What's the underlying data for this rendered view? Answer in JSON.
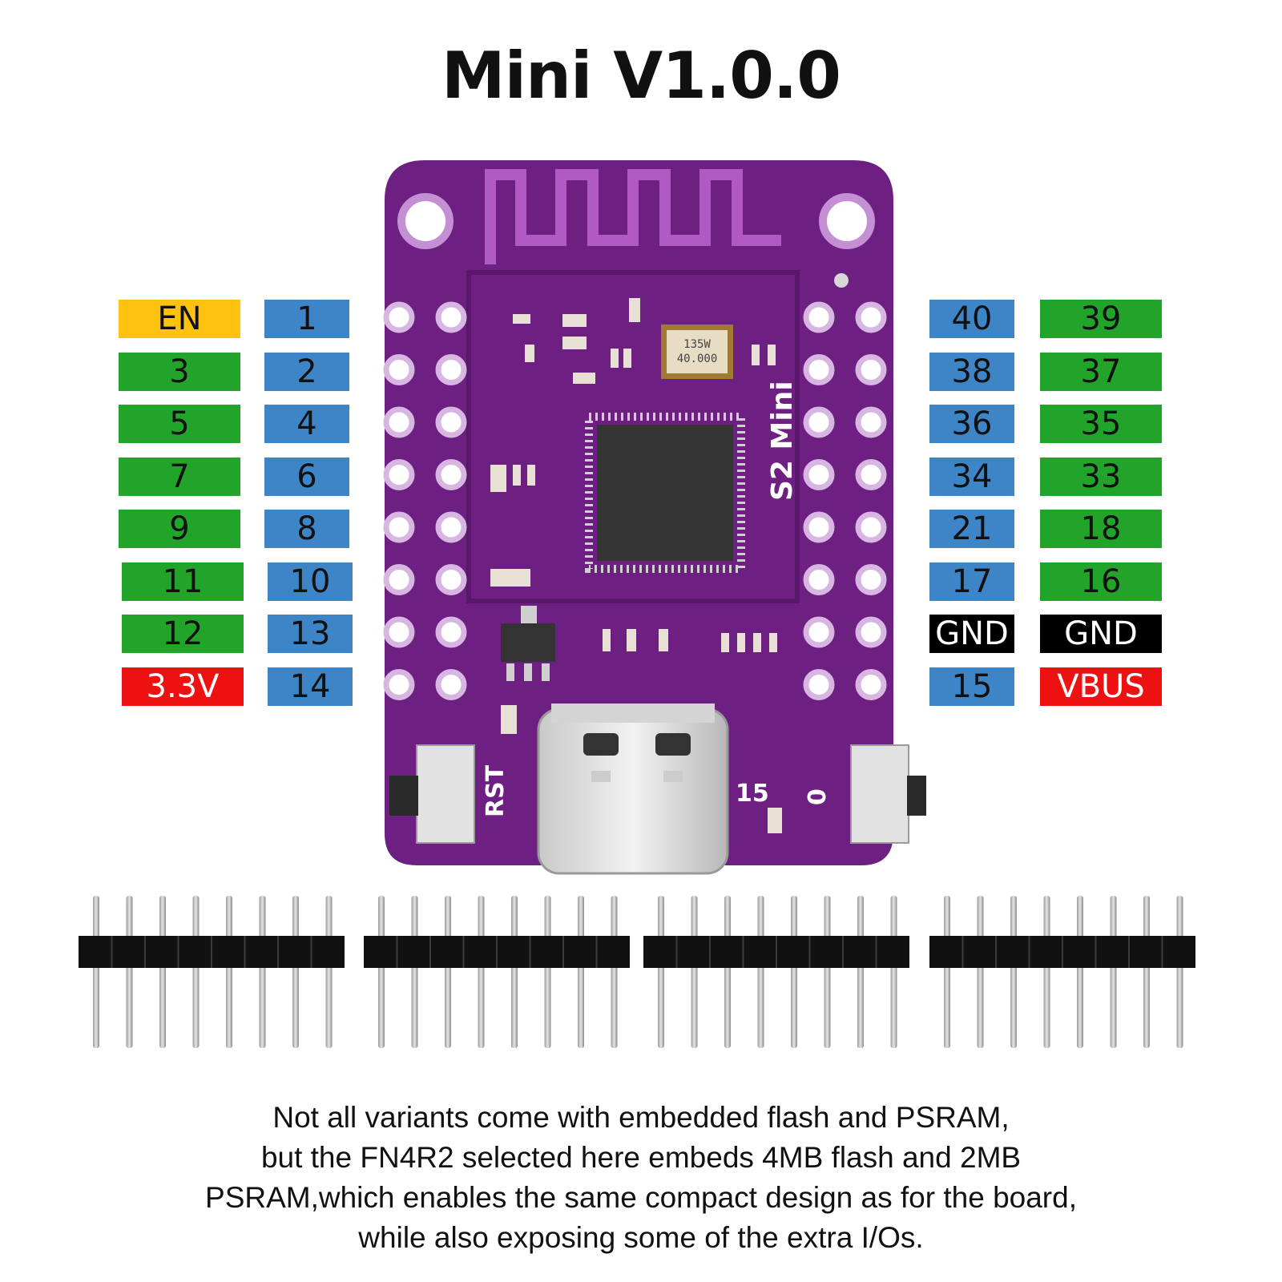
{
  "title": "Mini V1.0.0",
  "colors": {
    "gpio_blue": "#3d85c6",
    "gpio_green": "#22a32a",
    "enable_yellow": "#ffc20e",
    "power_red": "#ee1111",
    "ground_black": "#000000",
    "pcb_purple": "#6d1f82"
  },
  "left_pins": [
    {
      "outer": {
        "label": "EN",
        "kind": "enable"
      },
      "inner": {
        "label": "1",
        "kind": "gpio"
      }
    },
    {
      "outer": {
        "label": "3",
        "kind": "gpio-alt"
      },
      "inner": {
        "label": "2",
        "kind": "gpio"
      }
    },
    {
      "outer": {
        "label": "5",
        "kind": "gpio-alt"
      },
      "inner": {
        "label": "4",
        "kind": "gpio"
      }
    },
    {
      "outer": {
        "label": "7",
        "kind": "gpio-alt"
      },
      "inner": {
        "label": "6",
        "kind": "gpio"
      }
    },
    {
      "outer": {
        "label": "9",
        "kind": "gpio-alt"
      },
      "inner": {
        "label": "8",
        "kind": "gpio"
      }
    },
    {
      "outer": {
        "label": "11",
        "kind": "gpio-alt"
      },
      "inner": {
        "label": "10",
        "kind": "gpio"
      }
    },
    {
      "outer": {
        "label": "12",
        "kind": "gpio-alt"
      },
      "inner": {
        "label": "13",
        "kind": "gpio"
      }
    },
    {
      "outer": {
        "label": "3.3V",
        "kind": "power"
      },
      "inner": {
        "label": "14",
        "kind": "gpio"
      }
    }
  ],
  "right_pins": [
    {
      "inner": {
        "label": "40",
        "kind": "gpio"
      },
      "outer": {
        "label": "39",
        "kind": "gpio-alt"
      }
    },
    {
      "inner": {
        "label": "38",
        "kind": "gpio"
      },
      "outer": {
        "label": "37",
        "kind": "gpio-alt"
      }
    },
    {
      "inner": {
        "label": "36",
        "kind": "gpio"
      },
      "outer": {
        "label": "35",
        "kind": "gpio-alt"
      }
    },
    {
      "inner": {
        "label": "34",
        "kind": "gpio"
      },
      "outer": {
        "label": "33",
        "kind": "gpio-alt"
      }
    },
    {
      "inner": {
        "label": "21",
        "kind": "gpio"
      },
      "outer": {
        "label": "18",
        "kind": "gpio-alt"
      }
    },
    {
      "inner": {
        "label": "17",
        "kind": "gpio"
      },
      "outer": {
        "label": "16",
        "kind": "gpio-alt"
      }
    },
    {
      "inner": {
        "label": "GND",
        "kind": "ground"
      },
      "outer": {
        "label": "GND",
        "kind": "ground"
      }
    },
    {
      "inner": {
        "label": "15",
        "kind": "gpio"
      },
      "outer": {
        "label": "VBUS",
        "kind": "power"
      }
    }
  ],
  "board": {
    "silkscreen_model": "S2 Mini",
    "reset_label": "RST",
    "led_label": "15",
    "boot_label": "0",
    "crystal_marking_1": "135W",
    "crystal_marking_2": "40.000"
  },
  "caption": [
    "Not all  variants come with embedded flash and PSRAM,",
    "but the FN4R2 selected here embeds 4MB flash and 2MB",
    "PSRAM,which enables the same compact design as for the board,",
    "while also exposing some of the extra I/Os."
  ]
}
